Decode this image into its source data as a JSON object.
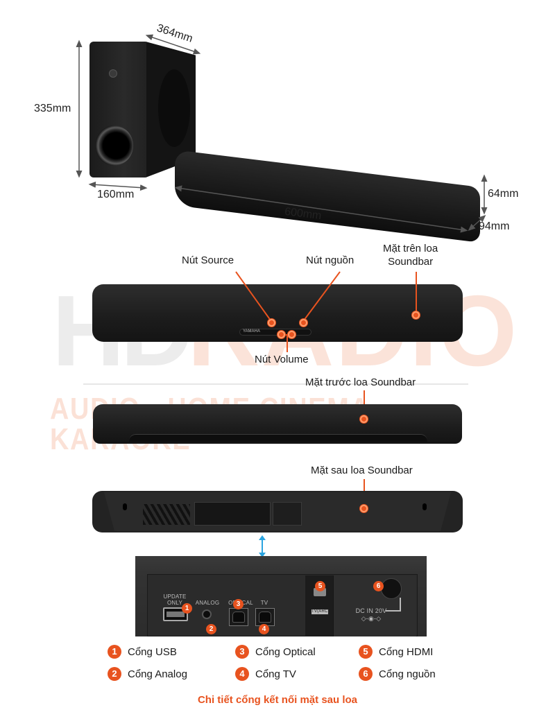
{
  "watermark": {
    "brand_left": "HD",
    "brand_right": "RADIO",
    "tagline": "AUDIO - HOME CINEMA - KARAOKE"
  },
  "dimensions": {
    "subwoofer_height": "335mm",
    "subwoofer_depth": "364mm",
    "subwoofer_width": "160mm",
    "soundbar_width": "600mm",
    "soundbar_height": "64mm",
    "soundbar_depth": "94mm"
  },
  "top_view": {
    "source_button": "Nút Source",
    "power_button": "Nút nguồn",
    "volume_button": "Nút Volume",
    "top_surface_line1": "Mặt trên loa",
    "top_surface_line2": "Soundbar",
    "brand_mark": "YAMAHA"
  },
  "front_view": {
    "label": "Mặt trước loa Soundbar"
  },
  "rear_view": {
    "label": "Mặt sau loa Soundbar"
  },
  "port_closeup": {
    "usb_label_line1": "UPDATE",
    "usb_label_line2": "ONLY",
    "analog_label": "ANALOG",
    "optical_label": "OPTICAL",
    "tv_label": "TV",
    "hdmi_label": "TV(ARC)",
    "dc_label": "DC IN 20V",
    "badges": [
      "1",
      "2",
      "3",
      "4",
      "5",
      "6"
    ]
  },
  "legend": {
    "items": [
      {
        "num": "1",
        "label": "Cổng USB"
      },
      {
        "num": "2",
        "label": "Cổng Analog"
      },
      {
        "num": "3",
        "label": "Cổng Optical"
      },
      {
        "num": "4",
        "label": "Cổng TV"
      },
      {
        "num": "5",
        "label": "Cổng HDMI"
      },
      {
        "num": "6",
        "label": "Cổng nguồn"
      }
    ],
    "caption": "Chi tiết cổng kết nối mặt sau loa"
  },
  "colors": {
    "accent": "#e8531f",
    "arrow_blue": "#2aa4e0",
    "product_black": "#1c1c1c"
  }
}
